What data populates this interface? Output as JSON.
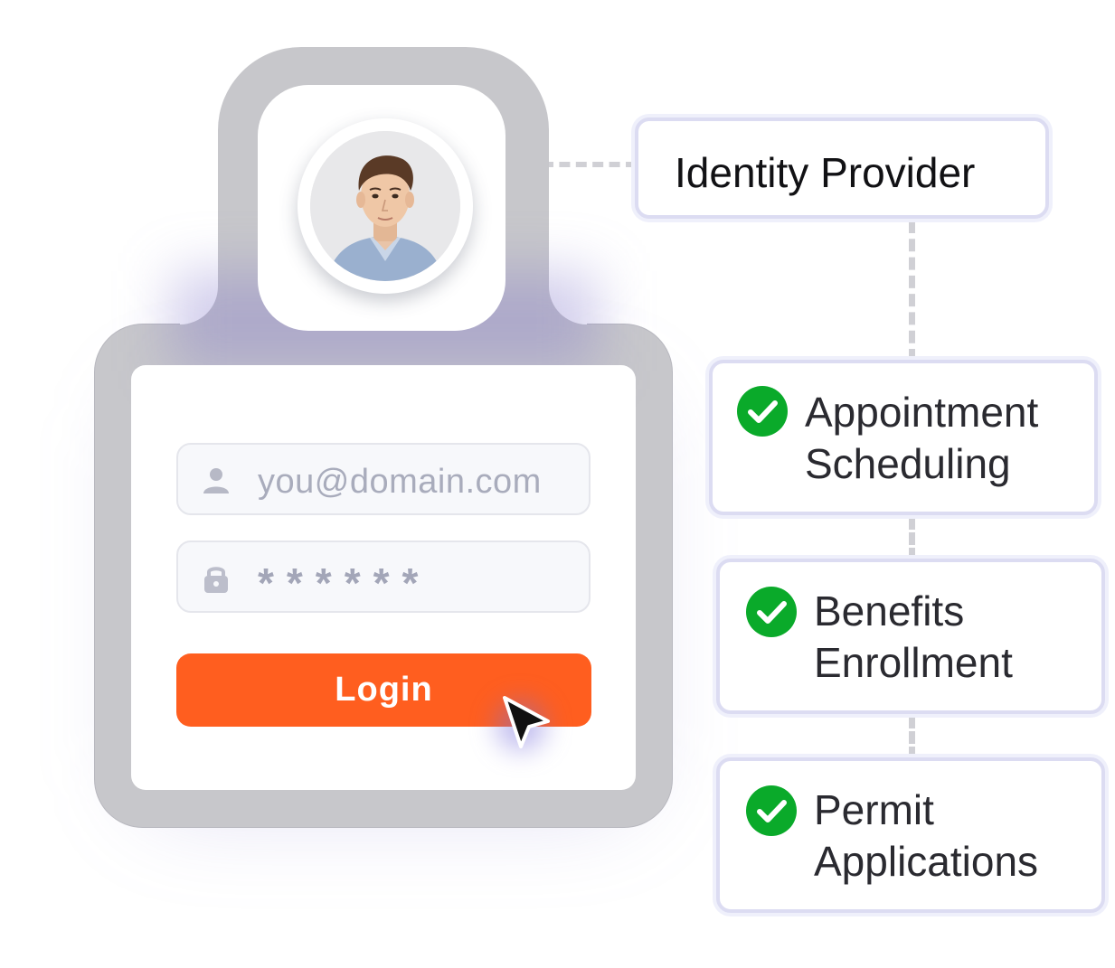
{
  "identity_provider": {
    "label": "Identity Provider"
  },
  "login_form": {
    "email_placeholder": "you@domain.com",
    "password_mask": "******",
    "login_label": "Login"
  },
  "services": [
    {
      "line1": "Appointment",
      "line2": "Scheduling"
    },
    {
      "line1": "Benefits",
      "line2": "Enrollment"
    },
    {
      "line1": "Permit",
      "line2": "Applications"
    }
  ],
  "colors": {
    "login_button": "#ff5e1f",
    "check_green": "#0aaa2a",
    "device_frame": "#c7c7cb",
    "box_border": "#dcdcf2"
  },
  "icons": {
    "user": "user-icon",
    "password": "lock-icon",
    "status": "check-circle-icon",
    "pointer": "mouse-cursor-icon"
  }
}
